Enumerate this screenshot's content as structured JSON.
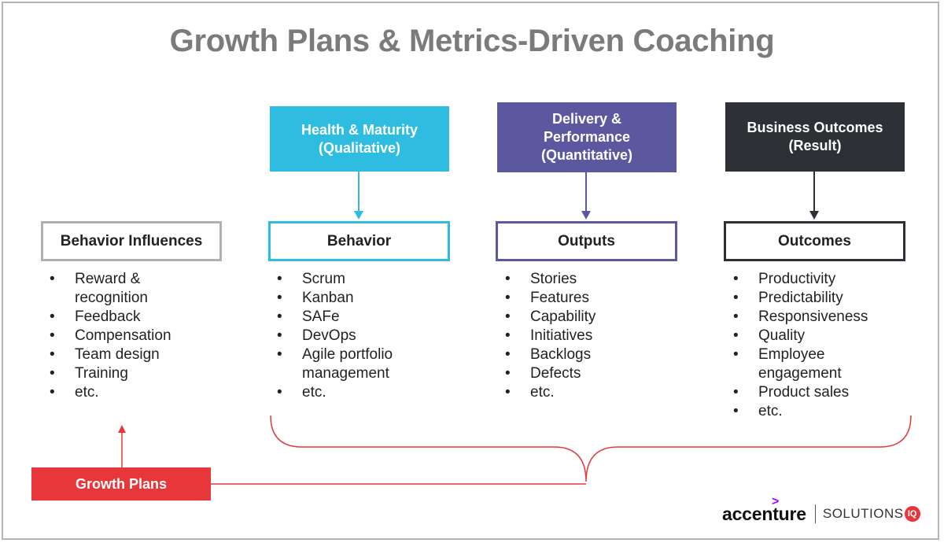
{
  "title": "Growth Plans & Metrics-Driven Coaching",
  "top_boxes": [
    {
      "label": "Health & Maturity\n(Qualitative)",
      "color": "#2ebde0"
    },
    {
      "label": "Delivery &\nPerformance\n(Quantitative)",
      "color": "#5b58a0"
    },
    {
      "label": "Business Outcomes\n(Result)",
      "color": "#2d3136"
    }
  ],
  "columns": [
    {
      "header": "Behavior Influences",
      "border_color": "#b0b0b0",
      "items": [
        "Reward & recognition",
        "Feedback",
        "Compensation",
        "Team design",
        "Training",
        "etc."
      ]
    },
    {
      "header": "Behavior",
      "border_color": "#2ebde0",
      "items": [
        "Scrum",
        "Kanban",
        "SAFe",
        "DevOps",
        "Agile portfolio management",
        "etc."
      ]
    },
    {
      "header": "Outputs",
      "border_color": "#5b58a0",
      "items": [
        "Stories",
        "Features",
        "Capability",
        "Initiatives",
        "Backlogs",
        "Defects",
        "etc."
      ]
    },
    {
      "header": "Outcomes",
      "border_color": "#2d3136",
      "items": [
        "Productivity",
        "Predictability",
        "Responsiveness",
        "Quality",
        "Employee engagement",
        "Product sales",
        "etc."
      ]
    }
  ],
  "growth_plans": {
    "label": "Growth Plans",
    "color": "#e8373a"
  },
  "logo": {
    "accenture": "accenture",
    "caret": ">",
    "solutions": "SOLUTIONS",
    "iq": "IQ"
  }
}
